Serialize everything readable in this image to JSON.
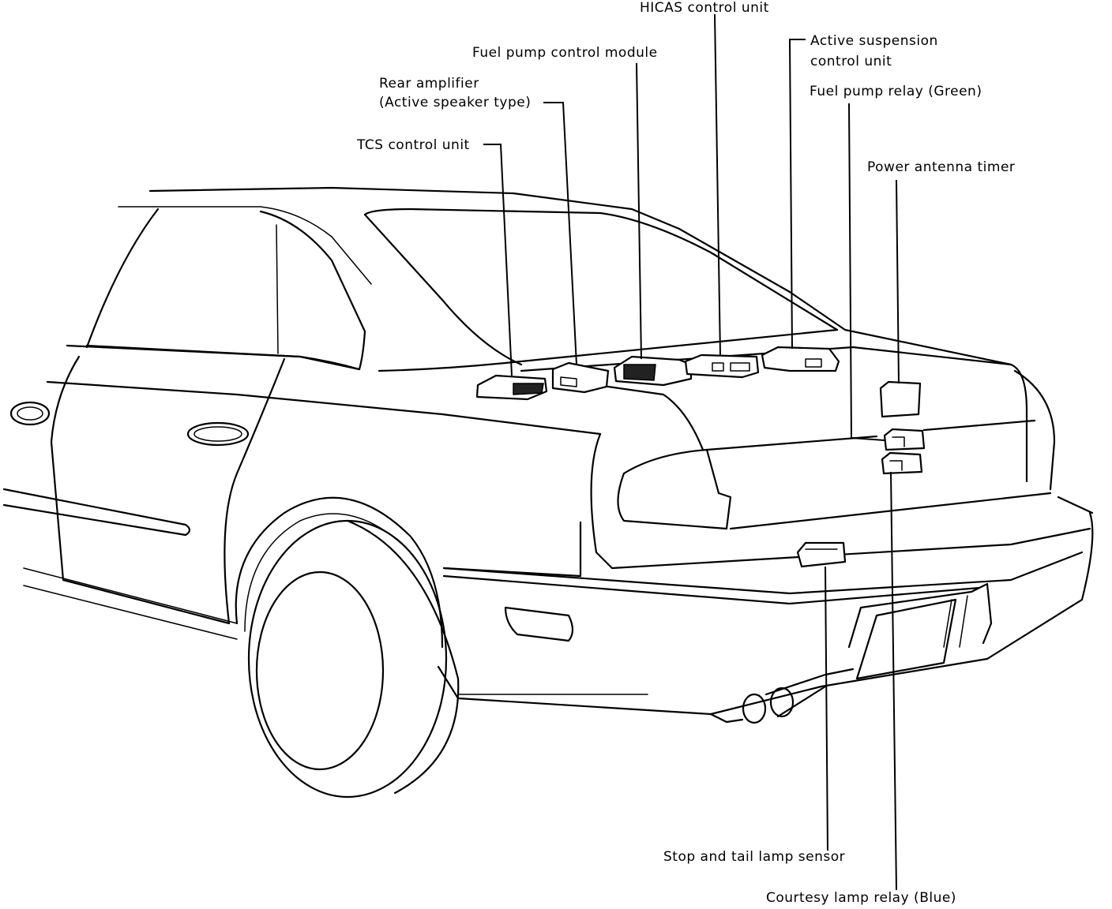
{
  "labels": {
    "hicas": "HICAS control unit",
    "active_suspension_line1": "Active suspension",
    "active_suspension_line2": "control unit",
    "fuel_pump_module": "Fuel pump control module",
    "rear_amplifier_line1": "Rear amplifier",
    "rear_amplifier_line2": "(Active speaker type)",
    "fuel_pump_relay": "Fuel pump relay (Green)",
    "tcs": "TCS control unit",
    "power_antenna": "Power antenna timer",
    "stop_tail_sensor": "Stop and tail lamp sensor",
    "courtesy_relay": "Courtesy lamp relay (Blue)"
  }
}
